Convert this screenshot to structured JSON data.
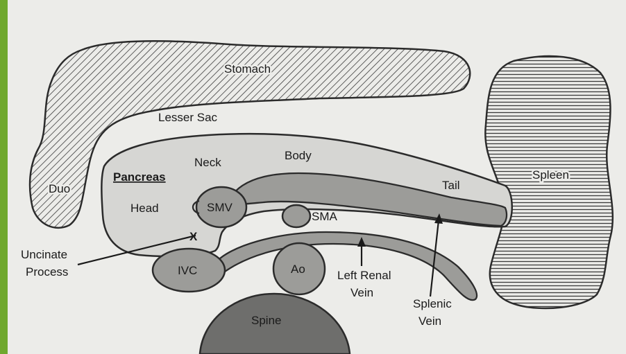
{
  "labels": {
    "stomach": "Stomach",
    "lesser_sac": "Lesser Sac",
    "duo": "Duo",
    "pancreas": "Pancreas",
    "neck": "Neck",
    "body": "Body",
    "tail": "Tail",
    "head": "Head",
    "smv": "SMV",
    "sma": "SMA",
    "spleen": "Spleen",
    "x_mark": "X",
    "uncinate_line1": "Uncinate",
    "uncinate_line2": "Process",
    "ivc": "IVC",
    "ao": "Ao",
    "left_renal_line1": "Left Renal",
    "left_renal_line2": "Vein",
    "splenic_line1": "Splenic",
    "splenic_line2": "Vein",
    "spine": "Spine"
  },
  "colors": {
    "outline": "#2b2b2b",
    "pancreas_fill": "#d6d6d3",
    "vessel_fill": "#9c9c99",
    "spine_fill": "#6e6e6c",
    "hatch": "#3a3a3a",
    "green_bar": "#6fa82e"
  }
}
